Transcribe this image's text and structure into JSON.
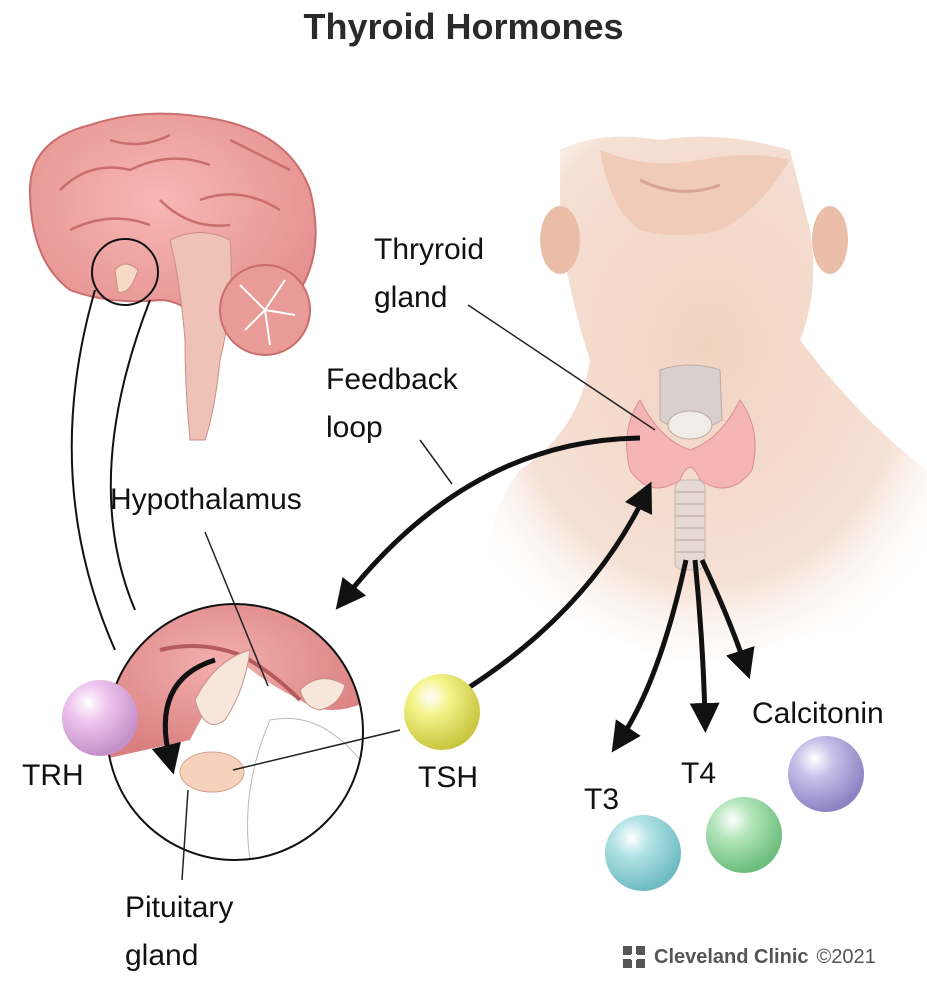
{
  "title": "Thyroid Hormones",
  "labels": {
    "thyroid_line1": "Thryroid",
    "thyroid_line2": "gland",
    "feedback_line1": "Feedback",
    "feedback_line2": "loop",
    "hypothalamus": "Hypothalamus",
    "trh": "TRH",
    "tsh": "TSH",
    "pituitary_line1": "Pituitary",
    "pituitary_line2": "gland",
    "t3": "T3",
    "t4": "T4",
    "calcitonin": "Calcitonin"
  },
  "footer": {
    "brand": "Cleveland Clinic",
    "copyright": "©2021"
  },
  "colors": {
    "trh": "#e6b8e6",
    "tsh": "#f0ef7a",
    "t3": "#a8dde0",
    "t4": "#a9dfb2",
    "calcitonin": "#bdb5e2",
    "tissue": "#f0a5a3",
    "skin": "#f3d7c8"
  }
}
